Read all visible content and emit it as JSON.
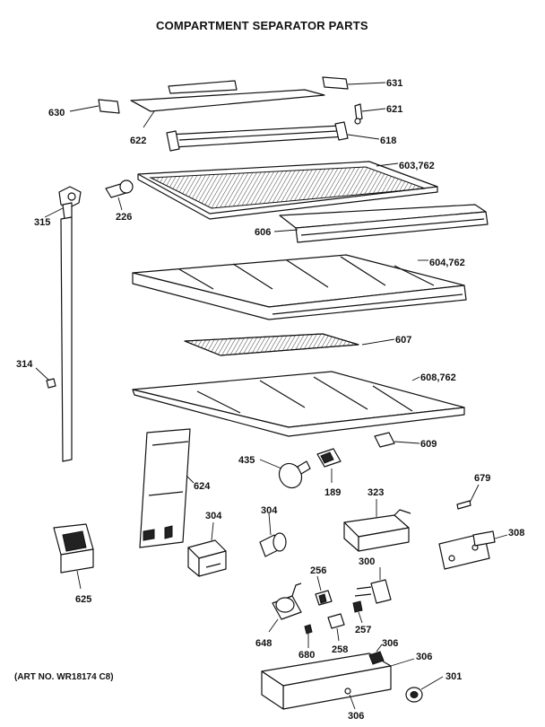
{
  "title": "COMPARTMENT SEPARATOR PARTS",
  "art_number": "(ART NO. WR18174 C8)",
  "callouts": {
    "p631": "631",
    "p630": "630",
    "p621": "621",
    "p622": "622",
    "p618": "618",
    "p603": "603,762",
    "p315": "315",
    "p226": "226",
    "p606": "606",
    "p604": "604,762",
    "p607": "607",
    "p314": "314",
    "p608": "608,762",
    "p609": "609",
    "p435": "435",
    "p624": "624",
    "p189": "189",
    "p323": "323",
    "p679": "679",
    "p304a": "304",
    "p304b": "304",
    "p308": "308",
    "p625": "625",
    "p256": "256",
    "p300": "300",
    "p257": "257",
    "p648": "648",
    "p680": "680",
    "p258": "258",
    "p306a": "306",
    "p306b": "306",
    "p306c": "306",
    "p301": "301"
  }
}
